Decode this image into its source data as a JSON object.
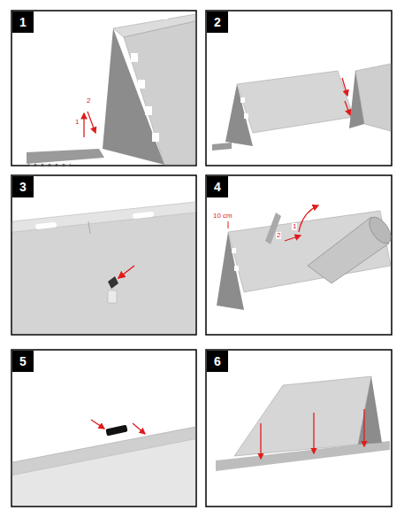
{
  "diagram": {
    "nodes": [
      {
        "text": [
          "1"
        ]
      },
      {
        "text": [
          "2"
        ]
      },
      {
        "text": [
          "3"
        ]
      },
      {
        "text": [
          "4"
        ]
      },
      {
        "text": [
          "5"
        ]
      },
      {
        "text": [
          "6"
        ]
      }
    ],
    "labels": [
      "1",
      "2",
      "10 cm",
      "2",
      "1"
    ]
  }
}
